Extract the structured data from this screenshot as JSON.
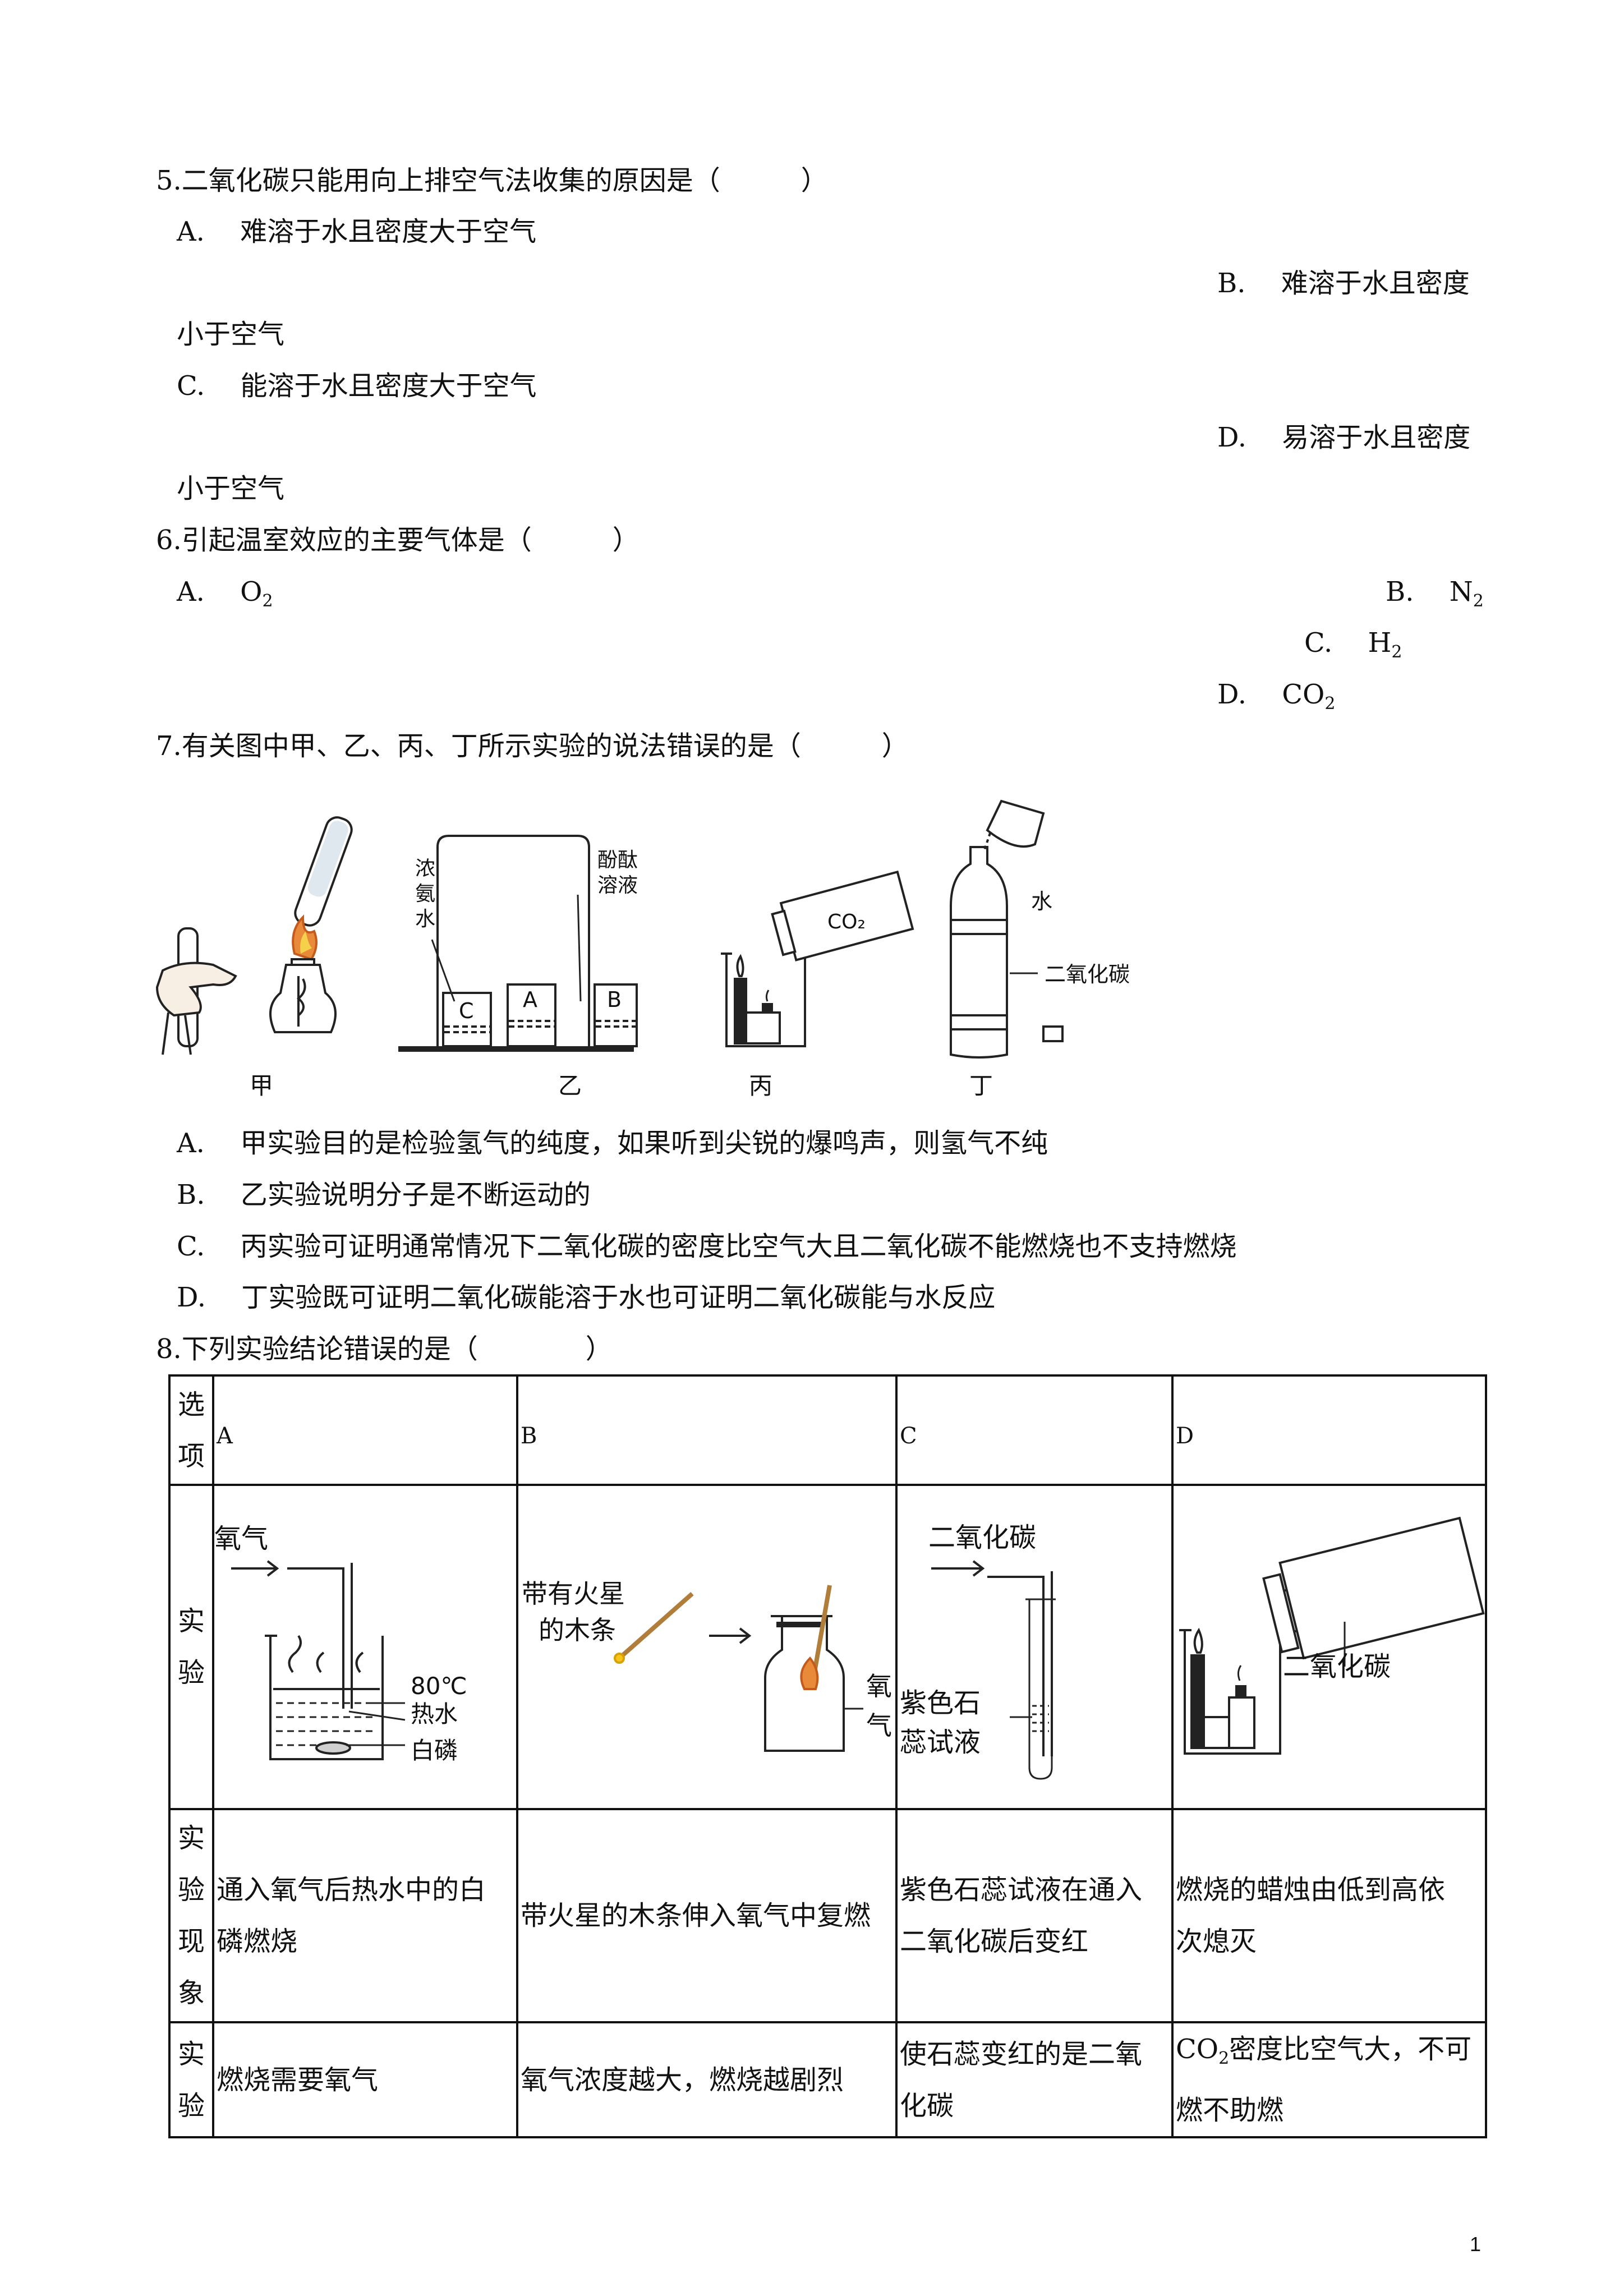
{
  "q5": {
    "stem": "5.二氧化碳只能用向上排空气法收集的原因是（　　　）",
    "a": "A.　 难溶于水且密度大于空气",
    "b": "B.　 难溶于水且密度",
    "b_cont": "小于空气",
    "c": "C.　 能溶于水且密度大于空气",
    "d": "D.　 易溶于水且密度",
    "d_cont": "小于空气"
  },
  "q6": {
    "stem": "6.引起温室效应的主要气体是（　　　）",
    "a_label": "A.　 O",
    "a_sub": "2",
    "b_label": "B.　 N",
    "b_sub": "2",
    "c_label": "C.　 H",
    "c_sub": "2",
    "d_label": "D.　 CO",
    "d_sub": "2"
  },
  "q7": {
    "stem": "7.有关图中甲、乙、丙、丁所示实验的说法错误的是（　　　）",
    "figure": {
      "jia": "甲",
      "yi": "乙",
      "bing": "丙",
      "ding": "丁",
      "yi_left_label": [
        "浓",
        "氨",
        "水"
      ],
      "yi_right_label": [
        "酚酞",
        "溶液"
      ],
      "beaker_c": "C",
      "beaker_a": "A",
      "beaker_b": "B",
      "co2_label": "CO₂",
      "water_label": "水",
      "ding_co2_label": "二氧化碳"
    },
    "a": "A.　 甲实验目的是检验氢气的纯度，如果听到尖锐的爆鸣声，则氢气不纯",
    "b": "B.　 乙实验说明分子是不断运动的",
    "c": "C.　 丙实验可证明通常情况下二氧化碳的密度比空气大且二氧化碳不能燃烧也不支持燃烧",
    "d": "D.　 丁实验既可证明二氧化碳能溶于水也可证明二氧化碳能与水反应"
  },
  "q8": {
    "stem": "8.下列实验结论错误的是（　　　　）",
    "row_labels": {
      "option": [
        "选",
        "项"
      ],
      "experiment": [
        "实",
        "验"
      ],
      "phenomenon": [
        "实",
        "验",
        "现",
        "象"
      ],
      "conclusion": [
        "实",
        "验"
      ]
    },
    "headers": [
      "A",
      "B",
      "C",
      "D"
    ],
    "fig_a": {
      "gas": "氧气",
      "temp": "80℃",
      "water": "热水",
      "phosphorus": "白磷"
    },
    "fig_b": {
      "stick1": "带有火星",
      "stick2": "的木条",
      "gas1": "氧",
      "gas2": "气"
    },
    "fig_c": {
      "gas": "二氧化碳",
      "reagent1": "紫色石",
      "reagent2": "蕊试液"
    },
    "fig_d": {
      "gas": "二氧化碳"
    },
    "phenomena": [
      [
        "通入氧气后热水中的白",
        "磷燃烧"
      ],
      [
        "带火星的木条伸入氧气中复燃"
      ],
      [
        "紫色石蕊试液在通入",
        "二氧化碳后变红"
      ],
      [
        "燃烧的蜡烛由低到高依",
        "次熄灭"
      ]
    ],
    "conclusions": [
      [
        "燃烧需要氧气"
      ],
      [
        "氧气浓度越大，燃烧越剧烈"
      ],
      [
        "使石蕊变红的是二氧",
        "化碳"
      ],
      [
        "密度比空气大，不可",
        "燃不助燃"
      ]
    ],
    "d_conclusion_co": "CO",
    "d_conclusion_sub": "2"
  },
  "page_number": "1"
}
